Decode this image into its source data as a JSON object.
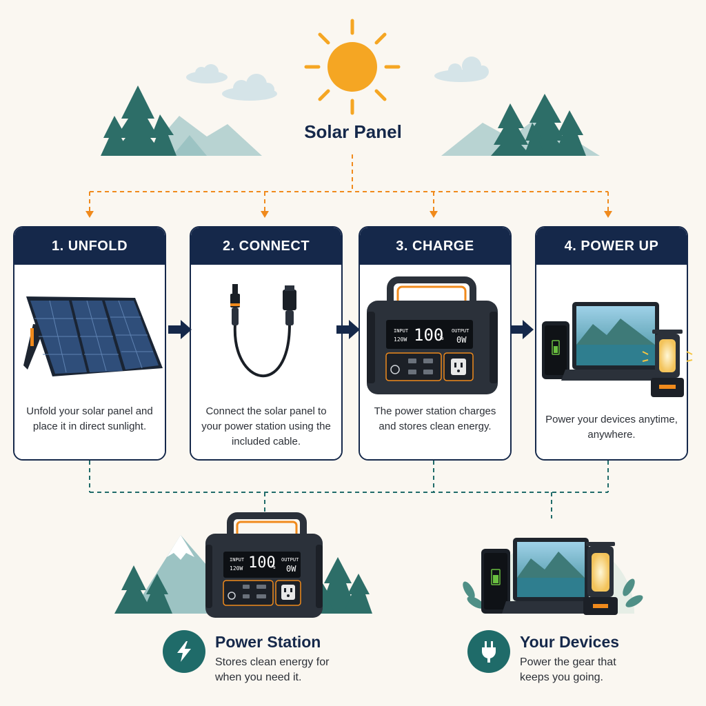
{
  "header": {
    "title": "Solar Panel"
  },
  "steps": [
    {
      "label": "1. UNFOLD",
      "text": "Unfold your solar panel and place it in direct sunlight."
    },
    {
      "label": "2. CONNECT",
      "text": "Connect the solar panel to your power station using the included cable."
    },
    {
      "label": "3. CHARGE",
      "text": "The power station charges and stores clean energy."
    },
    {
      "label": "4. POWER UP",
      "text": "Power your devices anytime, anywhere."
    }
  ],
  "display": {
    "input_label": "INPUT",
    "input_value": "120W",
    "percent": "100",
    "percent_unit": "%",
    "output_label": "OUTPUT",
    "output_value": "0W"
  },
  "bottom": {
    "power_station": {
      "title": "Power Station",
      "desc": "Stores clean energy for when you need it."
    },
    "devices": {
      "title": "Your Devices",
      "desc": "Power the gear that keeps you going."
    }
  },
  "colors": {
    "navy": "#15284a",
    "orange": "#f08a1c",
    "teal": "#1f6b69",
    "sun": "#f5a623",
    "tree": "#2d6e68"
  },
  "icons": [
    "sun-icon",
    "cloud-icon",
    "tree-icon",
    "mountain-icon",
    "arrow-right-icon",
    "lightning-icon",
    "plug-icon",
    "battery-icon"
  ]
}
